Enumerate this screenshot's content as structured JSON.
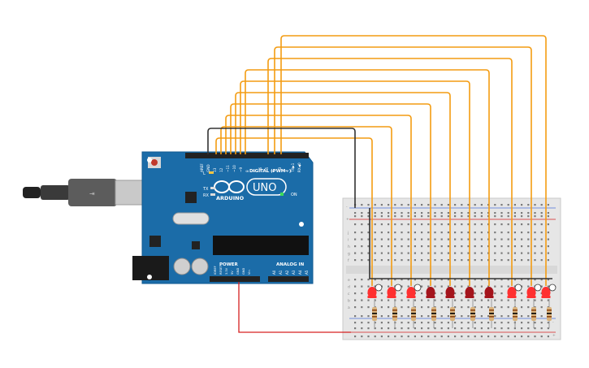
{
  "board": {
    "brand": "ARDUINO",
    "model": "UNO",
    "on_label": "ON",
    "l_label": "L",
    "tx_label": "TX",
    "rx_label": "RX",
    "digital_label": "DIGITAL (PWM~)",
    "power_label": "POWER",
    "analog_label": "ANALOG IN",
    "top_pins": [
      "AREF",
      "GND",
      "13",
      "12",
      "~11",
      "~10",
      "~9",
      "8",
      "7",
      "~6",
      "~5",
      "4",
      "~3",
      "2",
      "TX▶1",
      "RX◀0"
    ],
    "power_pins": [
      "IOREF",
      "RESET",
      "3.3V",
      "5V",
      "GND",
      "GND",
      "Vin"
    ],
    "analog_pins": [
      "A0",
      "A1",
      "A2",
      "A3",
      "A4",
      "A5"
    ]
  },
  "breadboard": {
    "row_letters_top": [
      "j",
      "i",
      "h",
      "g",
      "f"
    ],
    "row_letters_bottom": [
      "e",
      "d",
      "c",
      "b",
      "a"
    ],
    "plus": "+",
    "minus": "-"
  },
  "circuit": {
    "led_count": 10,
    "lit_leds": [
      0,
      1,
      2,
      7,
      8,
      9
    ],
    "colors": {
      "signal_wire": "#f39c12",
      "ground_wire": "#333333",
      "power_wire": "#d62020",
      "board": "#1b6ca8",
      "led_on": "#ff3030",
      "led_off": "#a4141c"
    }
  }
}
